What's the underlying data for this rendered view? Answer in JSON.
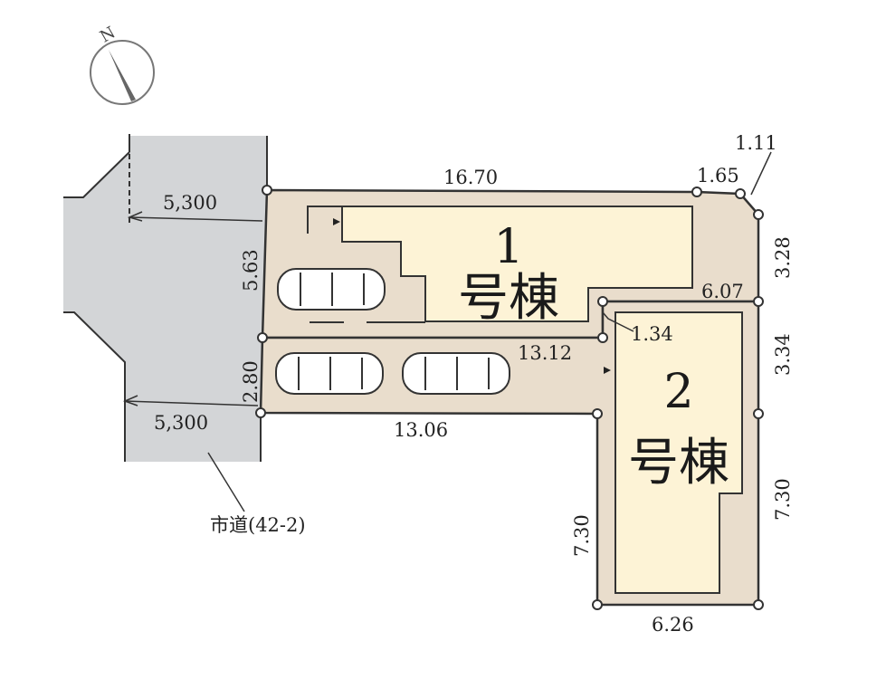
{
  "compass": {
    "north_label": "N"
  },
  "road": {
    "label": "市道(42-2)",
    "width_top": "5,300",
    "width_bottom": "5,300"
  },
  "buildings": [
    {
      "number": "1",
      "suffix": "号棟"
    },
    {
      "number": "2",
      "suffix": "号棟"
    }
  ],
  "dimensions": {
    "top": "16.70",
    "top_right_short": "1.65",
    "corner_cut": "1.11",
    "right_upper": "3.28",
    "lot1_right_bottom": "6.07",
    "left_upper": "5.63",
    "left_lower": "2.80",
    "step": "1.34",
    "driveway_top": "13.12",
    "right_middle": "3.34",
    "driveway_bottom": "13.06",
    "lot2_left": "7.30",
    "lot2_right": "7.30",
    "lot2_bottom": "6.26"
  },
  "colors": {
    "lot": "#e9ddcc",
    "building": "#fdf3d6",
    "road": "#d3d5d7",
    "line": "#333333"
  }
}
